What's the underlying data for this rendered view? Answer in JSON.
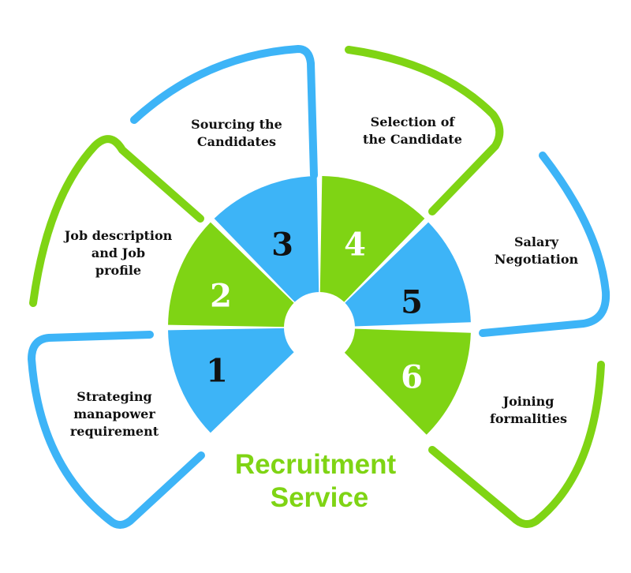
{
  "colors": {
    "blue": "#3db4f7",
    "green": "#7fd414",
    "text": "#111111",
    "white": "#ffffff"
  },
  "steps": [
    {
      "number": "1",
      "label": [
        "Strateging",
        "manapower",
        "requirement"
      ],
      "color": "blue",
      "num_color": "text"
    },
    {
      "number": "2",
      "label": [
        "Job description",
        "and Job",
        "profile"
      ],
      "color": "green",
      "num_color": "white"
    },
    {
      "number": "3",
      "label": [
        "Sourcing the",
        "Candidates"
      ],
      "color": "blue",
      "num_color": "text"
    },
    {
      "number": "4",
      "label": [
        "Selection of",
        "the Candidate"
      ],
      "color": "green",
      "num_color": "white"
    },
    {
      "number": "5",
      "label": [
        "Salary",
        "Negotiation"
      ],
      "color": "blue",
      "num_color": "text"
    },
    {
      "number": "6",
      "label": [
        "Joining",
        "formalities"
      ],
      "color": "green",
      "num_color": "white"
    }
  ],
  "title": {
    "line1": "Recruitment",
    "line2": "Service",
    "color": "green"
  }
}
